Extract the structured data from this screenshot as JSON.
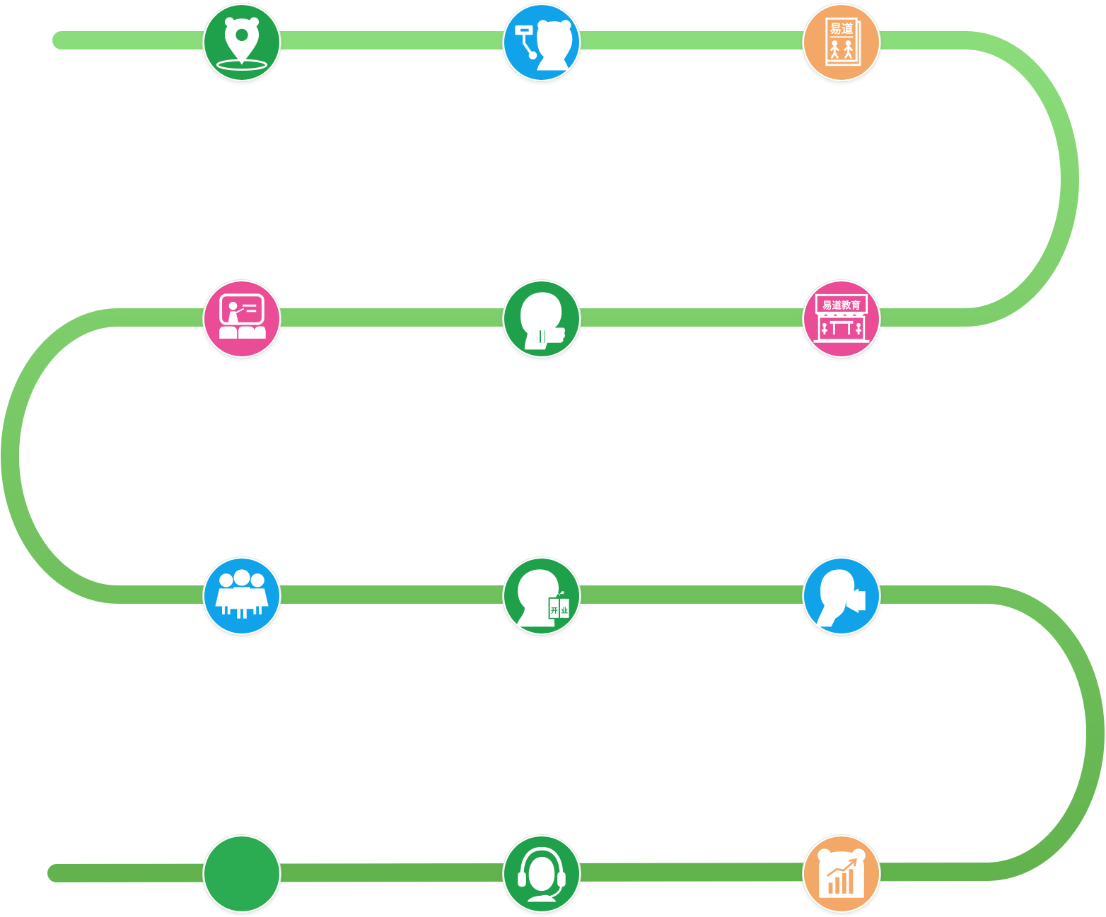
{
  "colors": {
    "track_top": "#8bdc7a",
    "track_bottom": "#62b24e",
    "green": "#1fa04a",
    "blue": "#10a3e9",
    "orange": "#f4a868",
    "pink": "#ea4c95",
    "plain_green": "#2bac52"
  },
  "nodes": [
    {
      "row": 0,
      "col": 0,
      "color": "green",
      "icon": "bear-location-pin-icon"
    },
    {
      "row": 0,
      "col": 1,
      "color": "blue",
      "icon": "bear-painting-roller-icon"
    },
    {
      "row": 0,
      "col": 2,
      "color": "orange",
      "icon": "book-cover-icon"
    },
    {
      "row": 1,
      "col": 0,
      "color": "pink",
      "icon": "teacher-classroom-icon"
    },
    {
      "row": 1,
      "col": 1,
      "color": "green",
      "icon": "thumbs-up-person-icon"
    },
    {
      "row": 1,
      "col": 2,
      "color": "pink",
      "icon": "storefront-icon"
    },
    {
      "row": 2,
      "col": 0,
      "color": "blue",
      "icon": "three-girls-icon"
    },
    {
      "row": 2,
      "col": 1,
      "color": "green",
      "icon": "person-gift-icon"
    },
    {
      "row": 2,
      "col": 2,
      "color": "blue",
      "icon": "megaphone-person-icon"
    },
    {
      "row": 3,
      "col": 0,
      "color": "plain_green",
      "icon": "blank-circle-icon"
    },
    {
      "row": 3,
      "col": 1,
      "color": "green",
      "icon": "headset-support-icon"
    },
    {
      "row": 3,
      "col": 2,
      "color": "orange",
      "icon": "bear-growth-chart-icon"
    }
  ],
  "texts": {
    "book_brand": "易道",
    "store_sign": "易道教育",
    "gift_tag_left": "开",
    "gift_tag_right": "业"
  }
}
